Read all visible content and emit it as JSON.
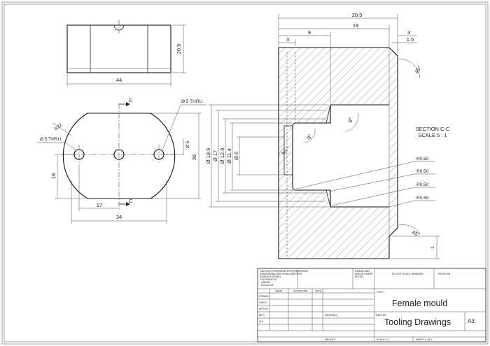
{
  "top_view": {
    "dim_width": "44",
    "dim_height": "20.5"
  },
  "front_view": {
    "section_marker": "C",
    "dim_radius": "R22",
    "dim_hole_left": "Ø 5 THRU",
    "dim_hole_top": "Ø 5 THRU",
    "dim_hole_right": "Ø 5",
    "dim_height": "36",
    "dim_hole_height": "18",
    "dim_pitch": "17",
    "dim_width": "34"
  },
  "section_view": {
    "label_line1": "SECTION C-C",
    "label_line2": "SCALE 5 : 1",
    "dim_overall": "20.5",
    "dim_19": "19",
    "dim_9": "9",
    "dim_3_left": "3",
    "dim_3_right": "3",
    "dim_1_5": "1.5",
    "dim_chamfer_top": "45°",
    "dim_chamfer_bottom": "45°",
    "dim_draft_upper": "9°",
    "dim_draft_lower": "9°",
    "dim_angle_90": "90°",
    "dim_small_1": "1",
    "diameters": [
      "Ø 18.9",
      "Ø 17",
      "Ø 12.9",
      "Ø 11.4",
      "Ø 6"
    ],
    "radii": [
      "R0.50",
      "R0.50",
      "R0.50",
      "R0.50"
    ]
  },
  "title_block": {
    "unless_note": [
      "UNLESS OTHERWISE SPECIFIED:",
      "DIMENSIONS ARE IN MILLIMETERS",
      "SURFACE FINISH:",
      "TOLERANCES:",
      "LINEAR:",
      "ANGULAR:"
    ],
    "finish_label": "FINISH:",
    "deburr_note": [
      "DEBUR AND",
      "BREAK SHARP",
      "EDGES"
    ],
    "do_not_scale": "DO NOT SCALE DRAWING",
    "revision_label": "REVISION",
    "col_name": "NAME",
    "col_signature": "SIGNATURE",
    "col_date": "DATE",
    "rows": [
      "DRAWN",
      "CHK'D",
      "APPV'D",
      "MFG",
      "Q.A"
    ],
    "title_label": "TITLE:",
    "title": "Female mould",
    "material_label": "MATERIAL:",
    "dwg_no_label": "DWG NO.",
    "dwg_no": "Tooling Drawings",
    "size": "A3",
    "weight_label": "WEIGHT:",
    "scale_label": "SCALE:2:1",
    "sheet_label": "SHEET 1 OF 1"
  }
}
